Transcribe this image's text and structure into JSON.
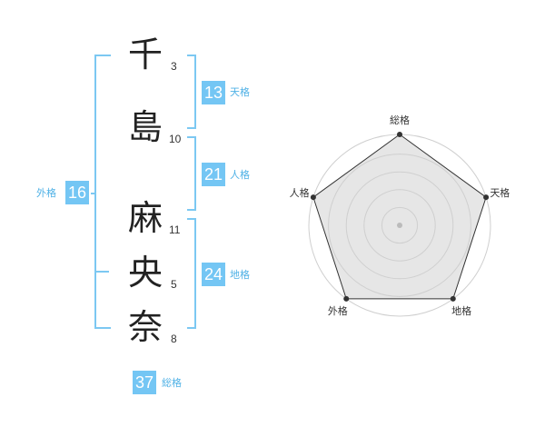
{
  "name": {
    "characters": [
      {
        "char": "千",
        "strokes": "3"
      },
      {
        "char": "島",
        "strokes": "10"
      },
      {
        "char": "麻",
        "strokes": "11"
      },
      {
        "char": "央",
        "strokes": "5"
      },
      {
        "char": "奈",
        "strokes": "8"
      }
    ]
  },
  "fortune": {
    "tenkaku": {
      "value": "13",
      "label": "天格"
    },
    "jinkaku": {
      "value": "21",
      "label": "人格"
    },
    "chikaku": {
      "value": "24",
      "label": "地格"
    },
    "gaikaku": {
      "value": "16",
      "label": "外格"
    },
    "soukaku": {
      "value": "37",
      "label": "総格"
    }
  },
  "radar": {
    "axes": [
      "総格",
      "天格",
      "地格",
      "外格",
      "人格"
    ],
    "levels": 5,
    "values": [
      5,
      5,
      5,
      5,
      5
    ],
    "max": 5
  },
  "colors": {
    "accent": "#74c6f4",
    "bracket": "#7cc8f2",
    "radar_fill": "#e6e6e6",
    "radar_ring": "#cfcfcf"
  }
}
